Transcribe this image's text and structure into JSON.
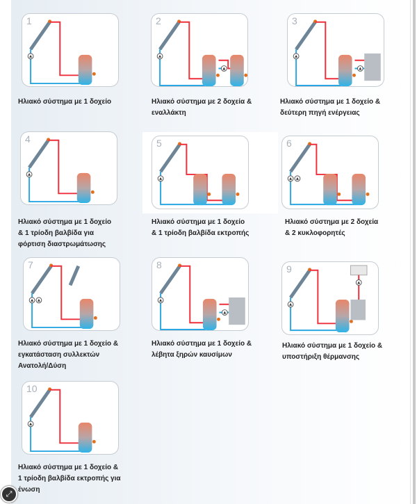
{
  "systems": [
    {
      "number": "1",
      "caption_lines": [
        "Ηλιακό σύστημα με 1 δοχείο"
      ]
    },
    {
      "number": "2",
      "caption_lines": [
        "Ηλιακό σύστημα με 2 δοχεία &",
        "εναλλάκτη"
      ]
    },
    {
      "number": "3",
      "caption_lines": [
        "Ηλιακό σύστημα με 1 δοχείο &",
        "δεύτερη πηγή ενέργειας"
      ]
    },
    {
      "number": "4",
      "caption_lines": [
        "Ηλιακό σύστημα με 1 δοχείο",
        "& 1 τρίοδη βαλβίδα για",
        "φόρτιση διαστρωμάτωσης"
      ]
    },
    {
      "number": "5",
      "caption_lines": [
        "Ηλιακό σύστημα με 1 δοχείο",
        "& 1 τρίοδη βαλβίδα εκτροπής"
      ]
    },
    {
      "number": "6",
      "caption_lines": [
        "Ηλιακό σύστημα με 2 δοχεία",
        "& 2 κυκλοφορητές"
      ]
    },
    {
      "number": "7",
      "caption_lines": [
        "Ηλιακό σύστημα με 1 δοχείο &",
        "εγκατάσταση συλλεκτών",
        "Ανατολή/Δύση"
      ]
    },
    {
      "number": "8",
      "caption_lines": [
        "Ηλιακό σύστημα με 1 δοχείο &",
        "λέβητα ξηρών καυσίμων"
      ]
    },
    {
      "number": "9",
      "caption_lines": [
        "Ηλιακό σύστημα με 1 δοχείο &",
        "υποστήριξη θέρμανσης"
      ]
    },
    {
      "number": "10",
      "caption_lines": [
        "Ηλιακό σύστημα με 1 δοχείο &",
        "1 τρίοδη βαλβίδα εκτροπής για",
        "ένωση"
      ]
    }
  ],
  "expand_icon": "expand-icon",
  "colors": {
    "hot": "#ee2e3a",
    "cold": "#2aa7e2",
    "boiler": "#b9bec4"
  }
}
